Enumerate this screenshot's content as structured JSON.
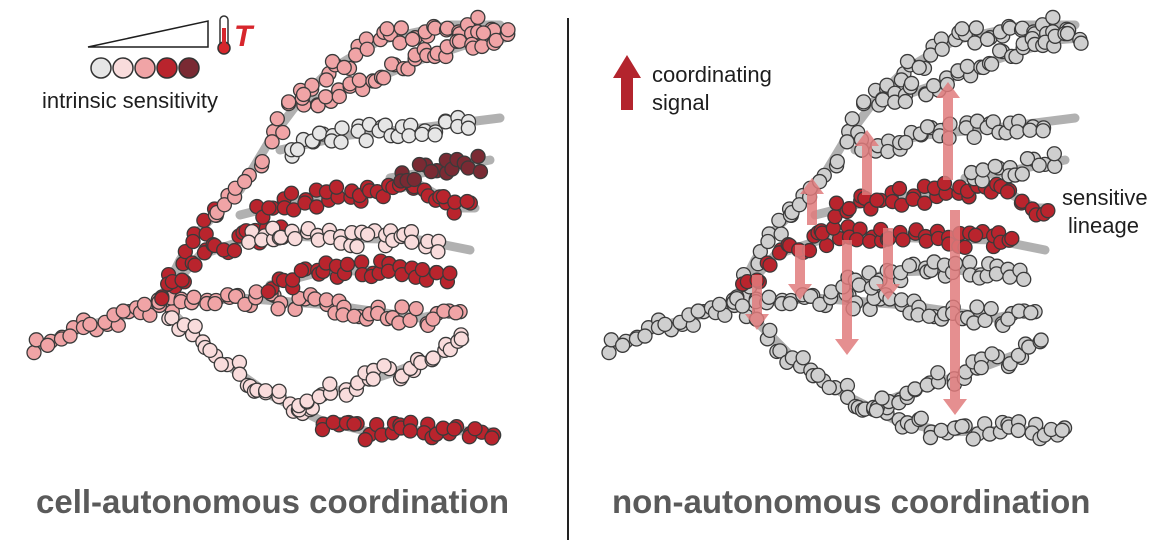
{
  "left_panel": {
    "title": "cell-autonomous coordination",
    "legend": {
      "label": "intrinsic sensitivity",
      "temperature_symbol": "T",
      "icon": "thermometer-icon",
      "swatches": [
        "#e6e6e6",
        "#f9dcdc",
        "#f0a4a6",
        "#b9242d",
        "#7a2a33"
      ]
    }
  },
  "right_panel": {
    "title": "non-autonomous coordination",
    "arrow_legend": {
      "line1": "coordinating",
      "line2": "signal",
      "icon": "arrow-up-icon"
    },
    "lineage_label": {
      "line1": "sensitive",
      "line2": "lineage"
    }
  },
  "colors": {
    "branch_line": "#a3a3a3",
    "divider": "#222222",
    "cell_stroke": "#3a3a3a",
    "cell_grey": "#cfcfcf",
    "signal_arrow": "#e07b7d",
    "legend_arrow": "#b3242d"
  }
}
